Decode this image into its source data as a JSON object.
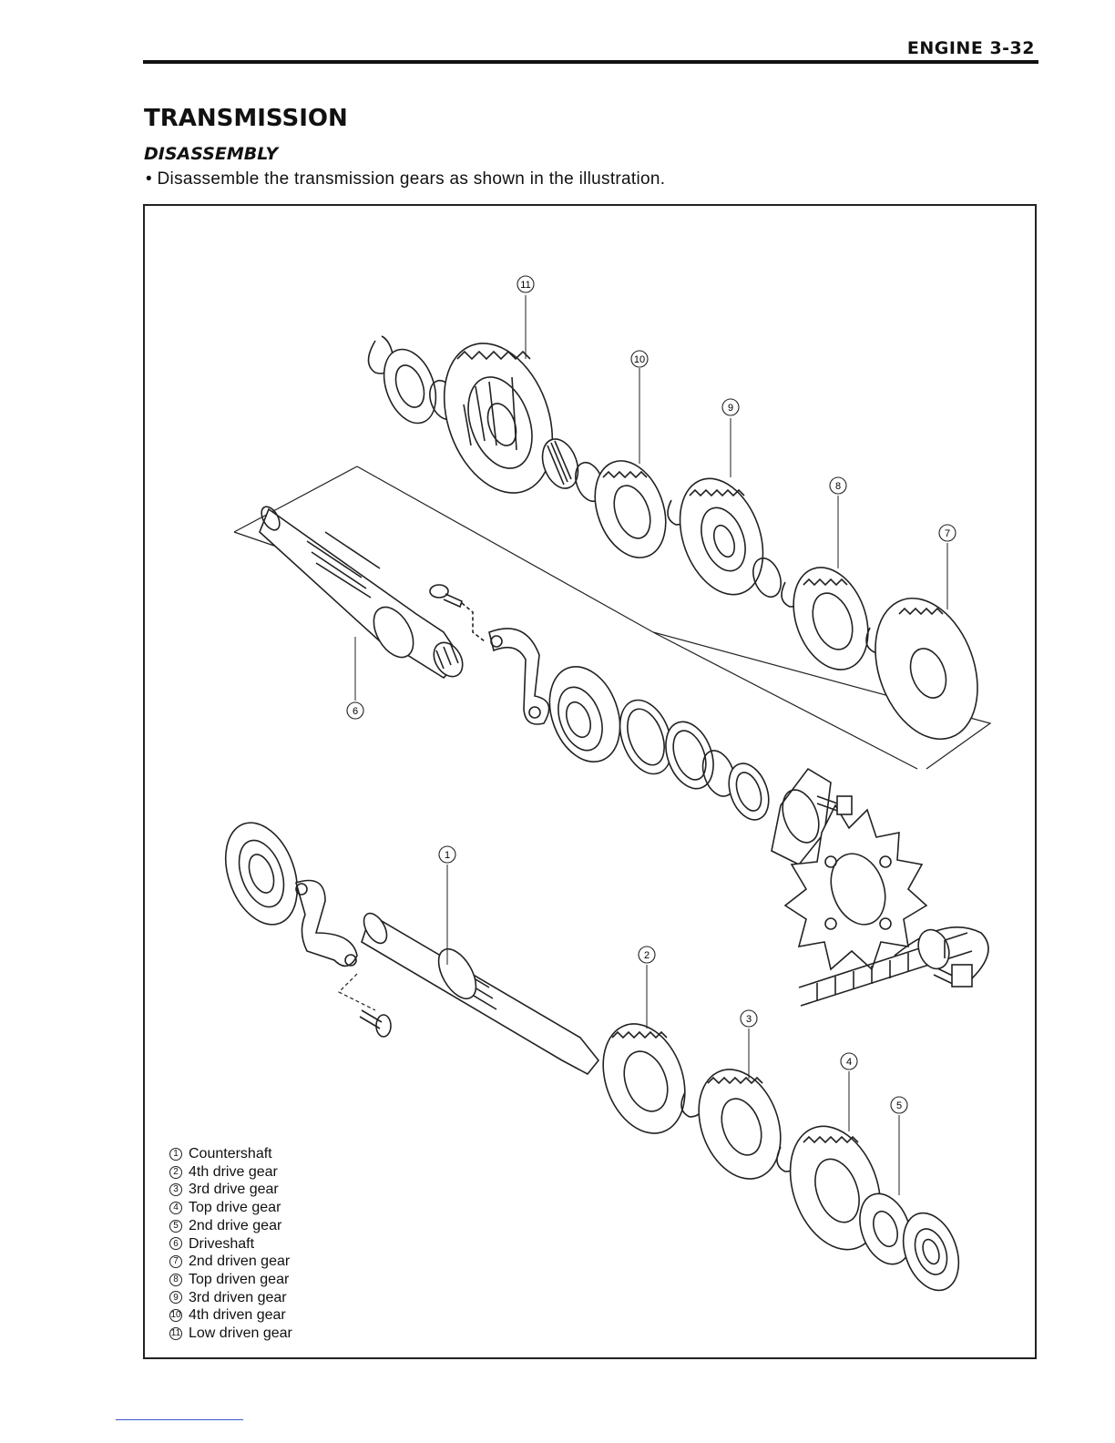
{
  "header": {
    "section": "ENGINE",
    "page": "3-32"
  },
  "title": "TRANSMISSION",
  "subtitle": "DISASSEMBLY",
  "instruction": "• Disassemble the transmission gears as shown in the illustration.",
  "legend": [
    {
      "num": "1",
      "label": "Countershaft"
    },
    {
      "num": "2",
      "label": "4th drive gear"
    },
    {
      "num": "3",
      "label": "3rd drive gear"
    },
    {
      "num": "4",
      "label": "Top drive gear"
    },
    {
      "num": "5",
      "label": "2nd drive gear"
    },
    {
      "num": "6",
      "label": "Driveshaft"
    },
    {
      "num": "7",
      "label": "2nd driven gear"
    },
    {
      "num": "8",
      "label": "Top driven gear"
    },
    {
      "num": "9",
      "label": "3rd driven gear"
    },
    {
      "num": "10",
      "label": "4th driven gear"
    },
    {
      "num": "11",
      "label": "Low driven gear"
    }
  ],
  "callouts": [
    "1",
    "2",
    "3",
    "4",
    "5",
    "6",
    "7",
    "8",
    "9",
    "10",
    "11"
  ]
}
